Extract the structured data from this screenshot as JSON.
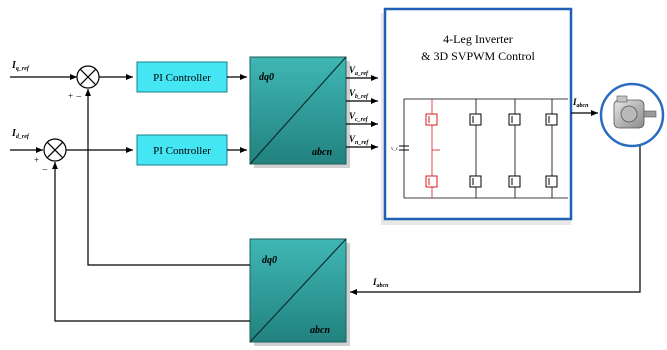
{
  "inputs": {
    "iq_ref": {
      "main": "I",
      "sub": "q_ref"
    },
    "id_ref": {
      "main": "I",
      "sub": "d_ref"
    }
  },
  "signs": {
    "plus": "+",
    "minus": "−"
  },
  "controllers": {
    "pi_top": "PI Controller",
    "pi_bottom": "PI Controller"
  },
  "transform_forward": {
    "top": "dq0",
    "bottom": "abcn"
  },
  "transform_feedback": {
    "top": "dq0",
    "bottom": "abcn"
  },
  "voltage_refs": [
    {
      "main": "V",
      "sub": "a_ref"
    },
    {
      "main": "V",
      "sub": "b_ref"
    },
    {
      "main": "V",
      "sub": "c_ref"
    },
    {
      "main": "V",
      "sub": "n_ref"
    }
  ],
  "inverter": {
    "title_line1": "4-Leg Inverter",
    "title_line2": "& 3D SVPWM Control",
    "dc_label": "v_c",
    "border_color": "#1f5fb4",
    "highlight_color": "#d81b1b"
  },
  "current_out": {
    "main": "I",
    "sub": "abcn"
  },
  "current_feedback": {
    "main": "I",
    "sub": "abcn"
  },
  "colors": {
    "pi_fill": "#43e6f2",
    "transform_fill": "#2f9e9c",
    "motor_ring": "#2a6dc0"
  },
  "motor": {
    "icon": "motor-icon"
  }
}
